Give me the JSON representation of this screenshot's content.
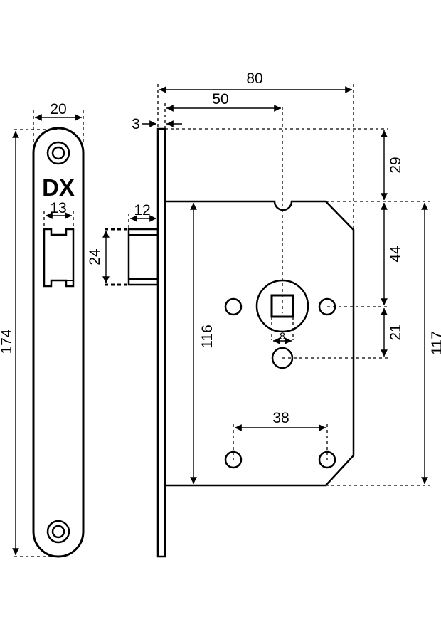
{
  "brand": "DX",
  "dimensions": {
    "faceplate_width": "20",
    "faceplate_height": "174",
    "slot_width": "13",
    "latch_height": "24",
    "latch_projection": "12",
    "backset_total": "80",
    "backset": "50",
    "faceplate_thickness": "3",
    "top_offset": "29",
    "spindle_to_top": "44",
    "spindle_to_hole": "21",
    "case_height_right": "117",
    "case_height_left": "116",
    "hole_spacing": "38",
    "spindle_square": "8"
  },
  "colors": {
    "line": "#000000",
    "background": "#ffffff"
  }
}
